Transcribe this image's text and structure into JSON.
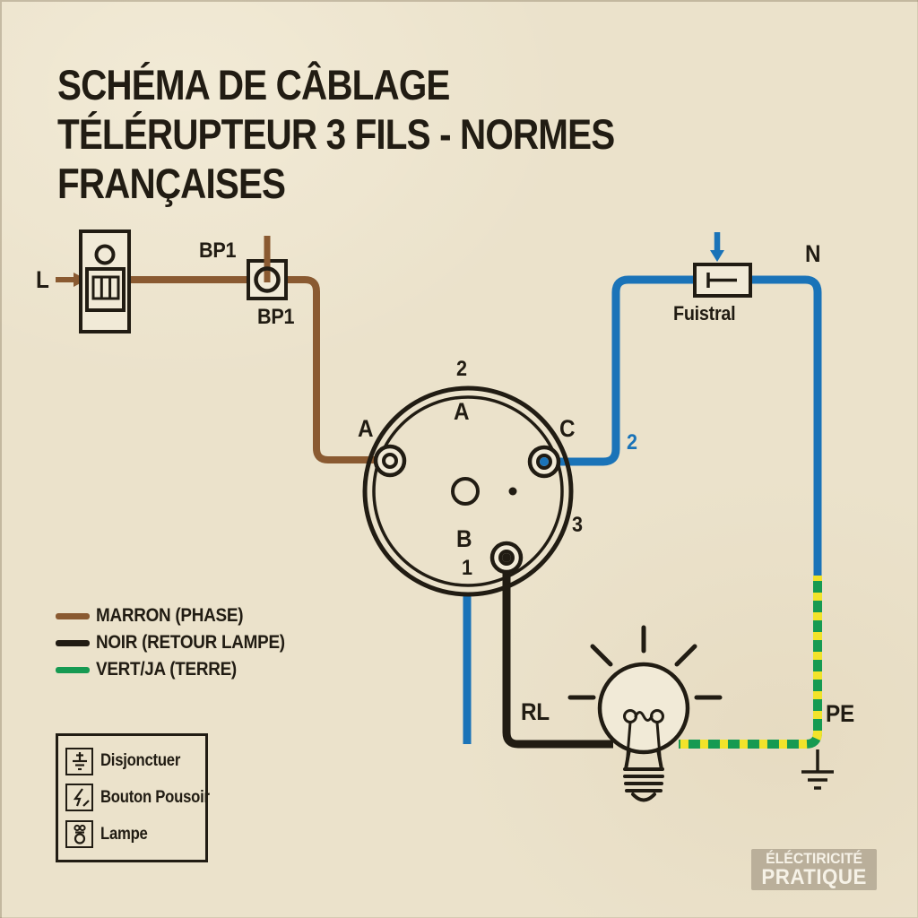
{
  "title": {
    "line1": "SCHÉMA DE CÂBLAGE",
    "line2": "TÉLÉRUPTEUR 3 FILS - NORMES FRANÇAISES"
  },
  "colors": {
    "ink": "#211c13",
    "brown": "#8a5a31",
    "blue": "#1a73b8",
    "green": "#169a52",
    "yellow": "#f2e32a",
    "paper": "#f1ead7",
    "bg": "#ebe2cb",
    "watermark_bg": "rgba(128,118,100,0.45)",
    "watermark_text": "rgba(251,247,238,0.92)"
  },
  "diagram": {
    "phase_label": "L",
    "neutral_label": "N",
    "earth_label": "PE",
    "lamp_return_label": "RL",
    "pushbutton_label_top": "BP1",
    "pushbutton_label_bottom": "BP1",
    "fuse_label": "Fuistral",
    "wire_number": "2",
    "relay": {
      "terminal_top_num": "2",
      "terminal_a_inner": "A",
      "terminal_a": "A",
      "terminal_c": "C",
      "terminal_b": "B",
      "terminal_b_num": "1",
      "terminal_right_num": "3"
    }
  },
  "wire_legend": {
    "items": [
      {
        "name": "marron",
        "label": "MARRON (PHASE)"
      },
      {
        "name": "noir",
        "label": "NOIR (RETOUR LAMPE)"
      },
      {
        "name": "vert",
        "label": "VERT/JA (TERRE)"
      }
    ]
  },
  "symbol_legend": {
    "items": [
      {
        "name": "disjoncteur",
        "label": "Disjonctuer"
      },
      {
        "name": "bouton-poussoir",
        "label": "Bouton Pousoir"
      },
      {
        "name": "lampe",
        "label": "Lampe"
      }
    ]
  },
  "watermark": {
    "line1": "ÉLÉCTIRICITÉ",
    "line2": "PRATIQUE"
  }
}
